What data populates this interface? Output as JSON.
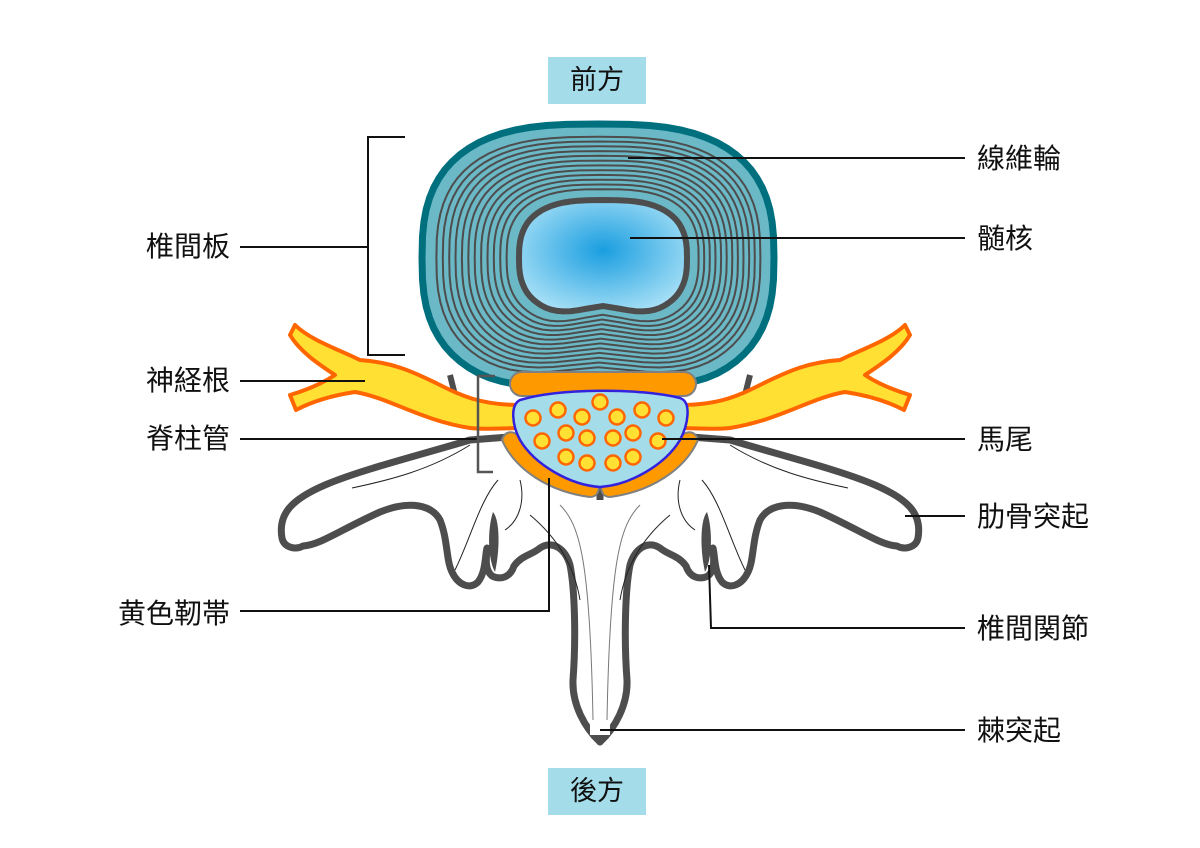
{
  "directions": {
    "anterior": "前方",
    "posterior": "後方"
  },
  "labels": {
    "annulus_fibrosus": "線維輪",
    "nucleus_pulposus": "髄核",
    "intervertebral_disc": "椎間板",
    "nerve_root": "神経根",
    "spinal_canal": "脊柱管",
    "cauda_equina": "馬尾",
    "transverse_process": "肋骨突起",
    "ligamentum_flavum": "黄色靭帯",
    "facet_joint": "椎間関節",
    "spinous_process": "棘突起"
  },
  "colors": {
    "disc_fill": "#6bb8c6",
    "disc_stroke": "#00707f",
    "nucleus_center": "#1a9ee0",
    "nucleus_edge": "#a8e0f6",
    "nerve_fill": "#ffe033",
    "nerve_stroke": "#ff6600",
    "ligament": "#ff9900",
    "canal_fill": "#a4dcea",
    "canal_stroke": "#3322dd",
    "bone_stroke": "#4d4d4d",
    "direction_bg": "#a4dcea"
  }
}
